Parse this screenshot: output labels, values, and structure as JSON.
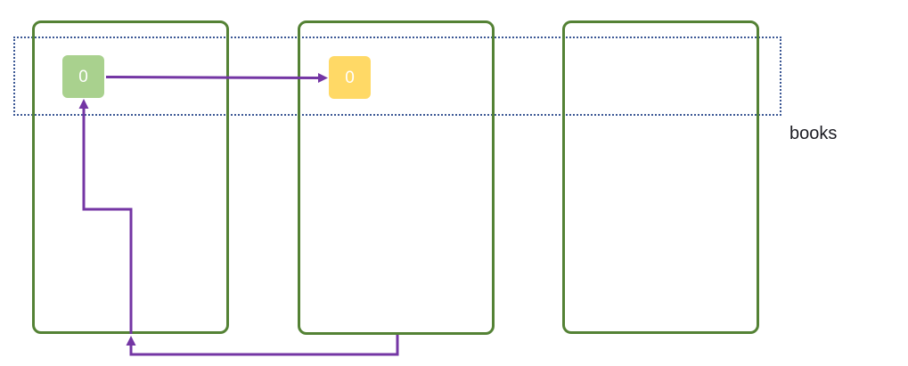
{
  "diagram": {
    "outer_list_label": "books",
    "cells": [
      {
        "value": "0",
        "fill": "#a9d18e"
      },
      {
        "value": "0",
        "fill": "#ffd966"
      }
    ],
    "colors": {
      "background": "#ffffff",
      "list_border": "#548235",
      "outer_border": "#3b5794",
      "arrow": "#7436a4",
      "cell_text": "#ffffff",
      "label_text": "#1b1b22"
    }
  }
}
